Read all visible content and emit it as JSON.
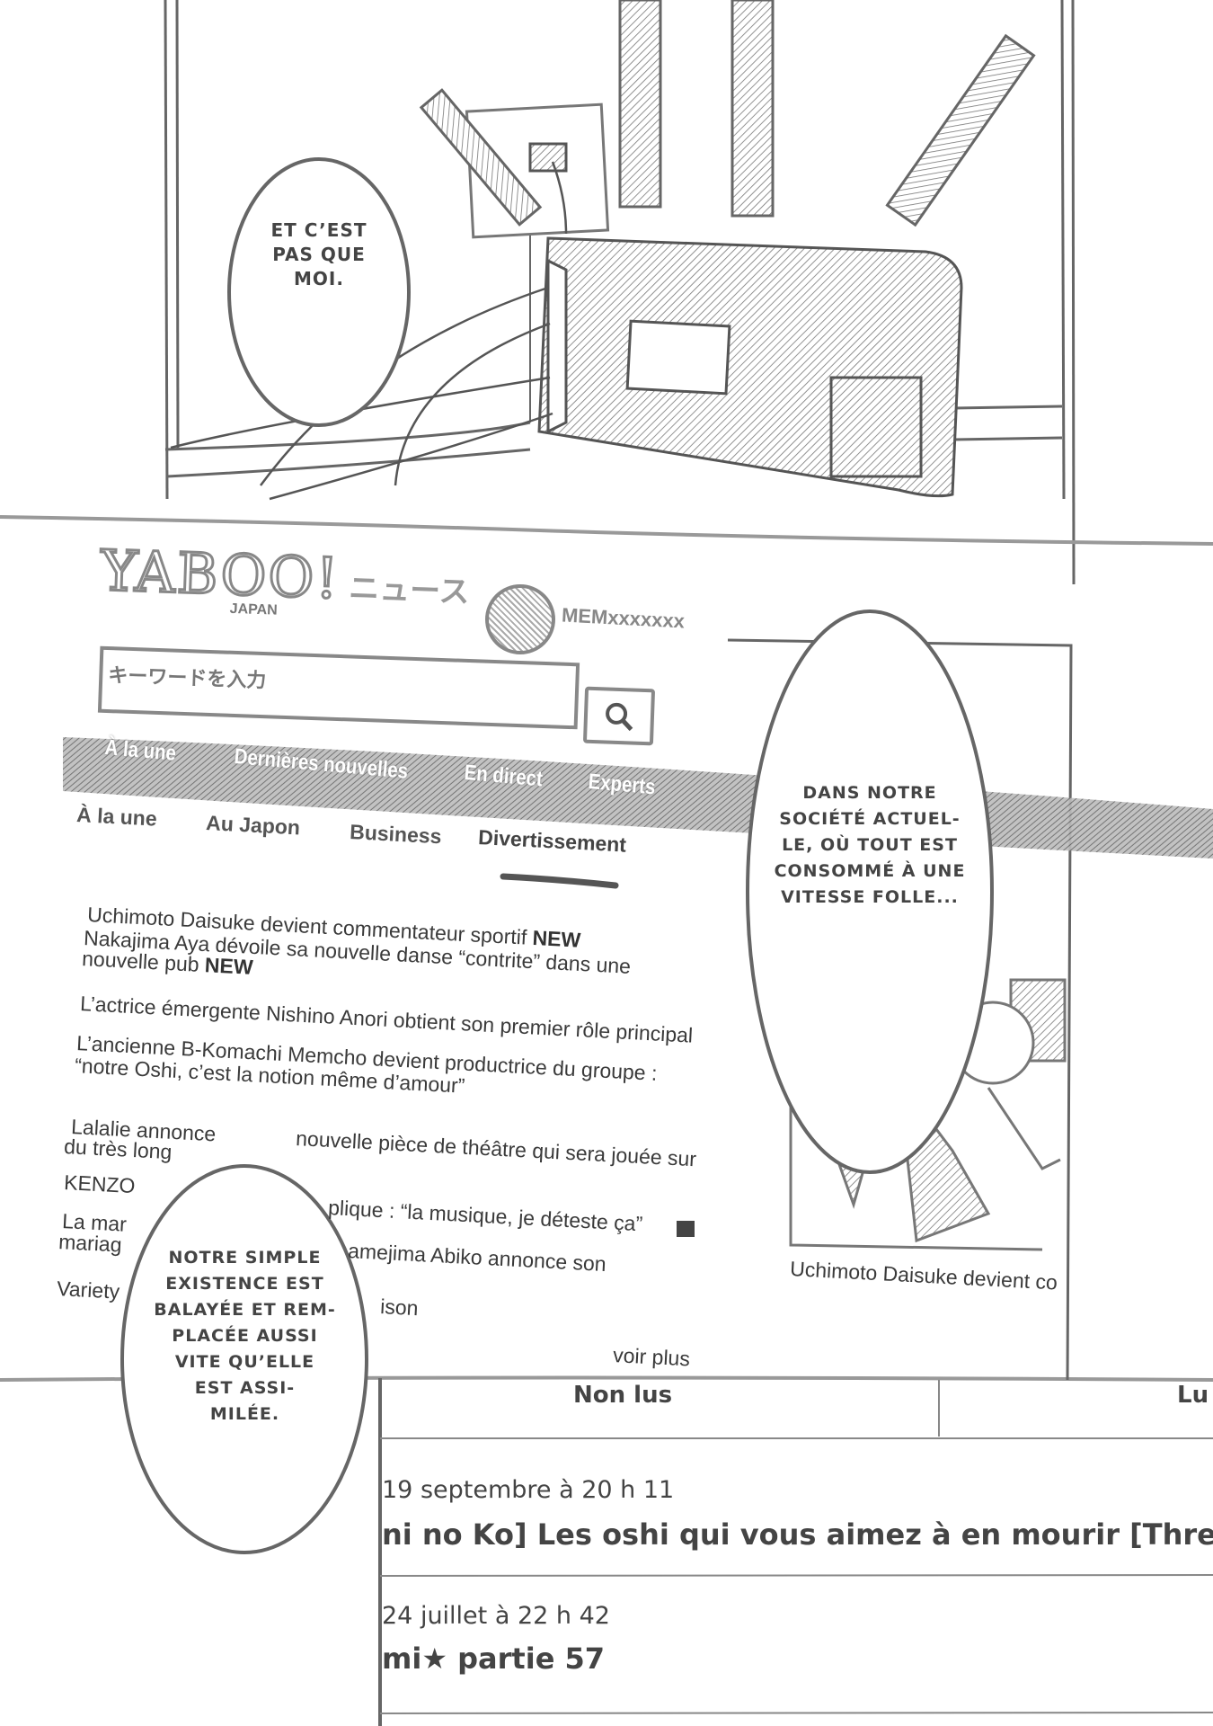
{
  "panel_top": {
    "bubble": {
      "lines": [
        "Et c’est",
        "pas que",
        "moi."
      ]
    }
  },
  "yaboo": {
    "logo": "YABOO! JAPAN ニュース",
    "logo_main": "YABOO!",
    "logo_sub": "JAPAN",
    "logo_kana": "ニュース",
    "user_label": "MEMxxxxxxx",
    "search": {
      "placeholder": "キーワードを入力",
      "button_icon": "search-icon"
    },
    "nav": [
      "À la une",
      "Dernières nouvelles",
      "En direct",
      "Experts"
    ],
    "tabs": [
      "À la une",
      "Au Japon",
      "Business",
      "Divertissement"
    ],
    "active_tab": "Divertissement",
    "headlines": {
      "h1": "Uchimoto Daisuke devient commentateur sportif",
      "h1_badge": "NEW",
      "h2a": "Nakajima Aya dévoile sa nouvelle danse “contrite” dans une",
      "h2b": "nouvelle pub",
      "h2_badge": "NEW",
      "h3": "L’actrice émergente Nishino Anori obtient son premier rôle principal",
      "h4a": "L’ancienne B-Komachi Memcho devient productrice du groupe :",
      "h4b": "“notre Oshi, c’est la notion même d’amour”",
      "h5a_left": "Lalalie annonce",
      "h5a_right": "nouvelle pièce de théâtre qui sera jouée sur",
      "h5b_left": "du très long",
      "h6_left": "KENZO",
      "h6_right": "plique : “la musique, je déteste ça”",
      "h7a_left": "La mar",
      "h7b_left": "mariag",
      "h7_right": "amejima Abiko annonce son",
      "h8_left": "Variety",
      "h8_right": "ison"
    },
    "more_link": "voir plus",
    "photo_caption": "Uchimoto Daisuke devient co"
  },
  "bubble_right": {
    "lines": [
      "Dans notre",
      "société actuel-",
      "le, où tout est",
      "consommé à une",
      "vitesse folle..."
    ]
  },
  "bubble_left": {
    "lines": [
      "Notre simple",
      "existence est",
      "balayée et rem-",
      "placée aussi",
      "vite qu’elle",
      "est assi-",
      "milée."
    ]
  },
  "forum": {
    "tabs": [
      "Non lus",
      "Lu"
    ],
    "threads": [
      {
        "date": "19 septembre à 20 h 11",
        "title": "ni no Ko] Les oshi qui vous aimez à en mourir [Thread]"
      },
      {
        "date": "24 juillet à 22 h 42",
        "title": "mi★ partie 57"
      }
    ]
  },
  "colors": {
    "ink": "#444444",
    "hatch": "#8a8a8a",
    "paper": "#ffffff"
  }
}
